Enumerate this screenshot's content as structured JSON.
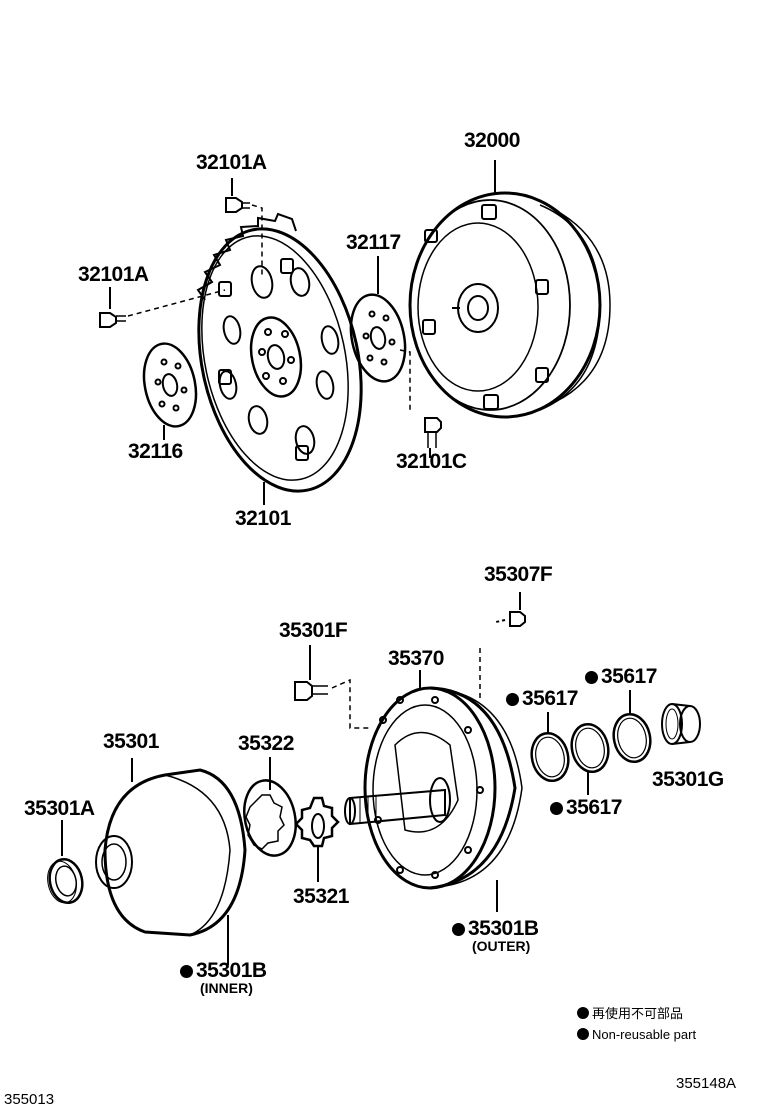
{
  "labels": {
    "p32000": "32000",
    "p32101A_top": "32101A",
    "p32101A_left": "32101A",
    "p32117": "32117",
    "p32116": "32116",
    "p32101C": "32101C",
    "p32101": "32101",
    "p35307F": "35307F",
    "p35301F": "35301F",
    "p35370": "35370",
    "p35617_a": "35617",
    "p35617_b": "35617",
    "p35617_c": "35617",
    "p35301": "35301",
    "p35322": "35322",
    "p35301A": "35301A",
    "p35301G": "35301G",
    "p35321": "35321",
    "p35301B_outer": "35301B",
    "outer_note": "(OUTER)",
    "p35301B_inner": "35301B",
    "inner_note": "(INNER)"
  },
  "legend": {
    "line1": "再使用不可部品",
    "line2": "Non-reusable part"
  },
  "codes": {
    "left": "355013",
    "right": "355148A"
  }
}
